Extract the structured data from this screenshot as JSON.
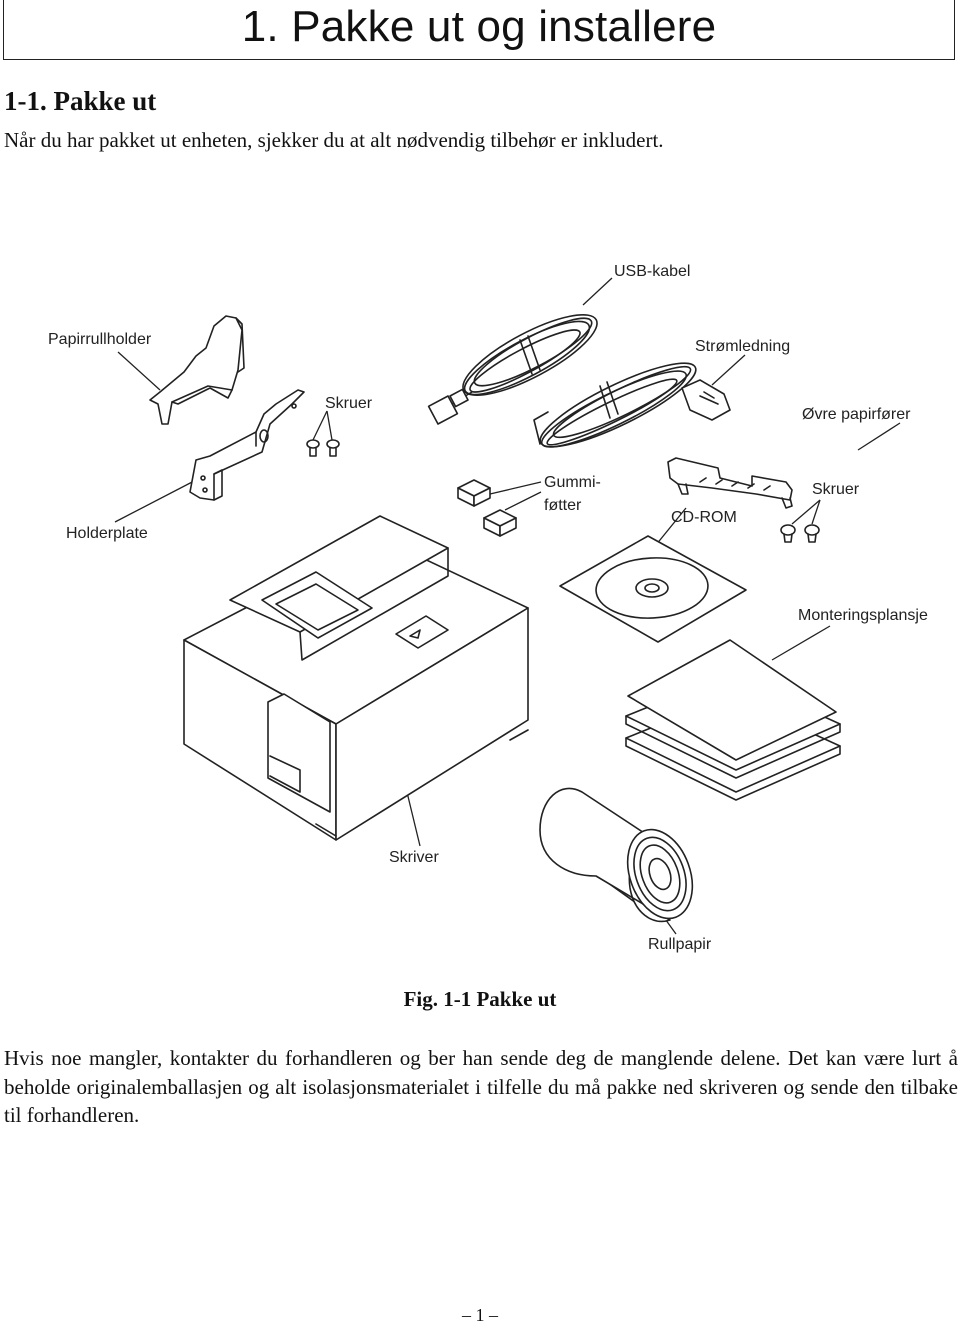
{
  "chapter": {
    "title": "1. Pakke ut og installere"
  },
  "section": {
    "title": "1-1.  Pakke ut",
    "intro": "Når du har pakket ut enheten, sjekker du at alt nødvendig tilbehør er inkludert."
  },
  "figure": {
    "labels": {
      "usb_cable": "USB-kabel",
      "paper_roll_holder": "Papirrullholder",
      "power_cord": "Strømledning",
      "screws_top": "Skruer",
      "upper_paper_guide": "Øvre papirfører",
      "holder_plate": "Holderplate",
      "rubber_feet_line1": "Gummi-",
      "rubber_feet_line2": "føtter",
      "screws_right": "Skruer",
      "cd_rom": "CD-ROM",
      "mounting_flange": "Monteringsplansje",
      "printer": "Skriver",
      "paper_roll": "Rullpapir"
    },
    "caption": "Fig. 1-1 Pakke ut"
  },
  "body": {
    "text": "Hvis noe mangler, kontakter du forhandleren og ber han sende deg de manglende delene. Det kan være lurt å beholde originalemballasjen og alt isolasjonsmaterialet i tilfelle du må pakke ned skriveren og sende den tilbake til forhandleren."
  },
  "footer": {
    "page_number": "– 1 –"
  }
}
